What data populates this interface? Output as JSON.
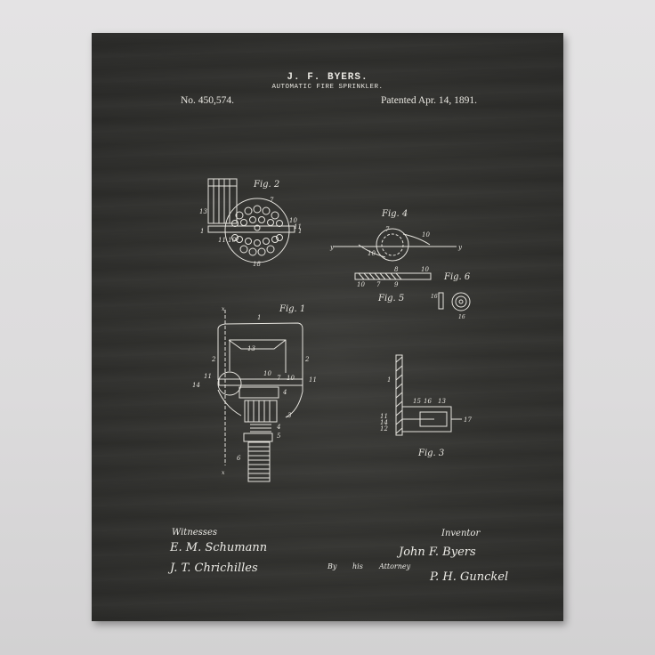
{
  "patent": {
    "inventor_name": "J. F. BYERS.",
    "title": "AUTOMATIC FIRE SPRINKLER.",
    "number": "No. 450,574.",
    "date": "Patented Apr. 14, 1891."
  },
  "figures": {
    "fig1": {
      "label": "Fig. 1",
      "callouts": [
        "1",
        "2",
        "2",
        "13",
        "11",
        "10",
        "7",
        "10",
        "11",
        "14",
        "4",
        "3",
        "4",
        "5",
        "6",
        "x",
        "x"
      ]
    },
    "fig2": {
      "label": "Fig. 2",
      "callouts": [
        "13",
        "7",
        "10",
        "11",
        "1",
        "1",
        "11",
        "10",
        "18"
      ]
    },
    "fig3": {
      "label": "Fig. 3",
      "callouts": [
        "1",
        "15",
        "16",
        "13",
        "11",
        "14",
        "12",
        "17"
      ]
    },
    "fig4": {
      "label": "Fig. 4",
      "callouts": [
        "7",
        "10",
        "10",
        "y",
        "y"
      ]
    },
    "fig5": {
      "label": "Fig. 5",
      "callouts": [
        "8",
        "10",
        "10",
        "7",
        "9"
      ]
    },
    "fig6": {
      "label": "Fig. 6",
      "callouts": [
        "16",
        "16"
      ]
    }
  },
  "signatures": {
    "witnesses_label": "Witnesses",
    "witness1": "E. M. Schumann",
    "witness2": "J. T. Chrichilles",
    "inventor_label": "Inventor",
    "inventor": "John F. Byers",
    "by": "By",
    "his": "his",
    "attorney_label": "Attorney",
    "attorney": "P. H. Gunckel"
  },
  "colors": {
    "poster_background": "#32322f",
    "chalk": "#e9e7e1",
    "wall": "#e0dfe0"
  }
}
